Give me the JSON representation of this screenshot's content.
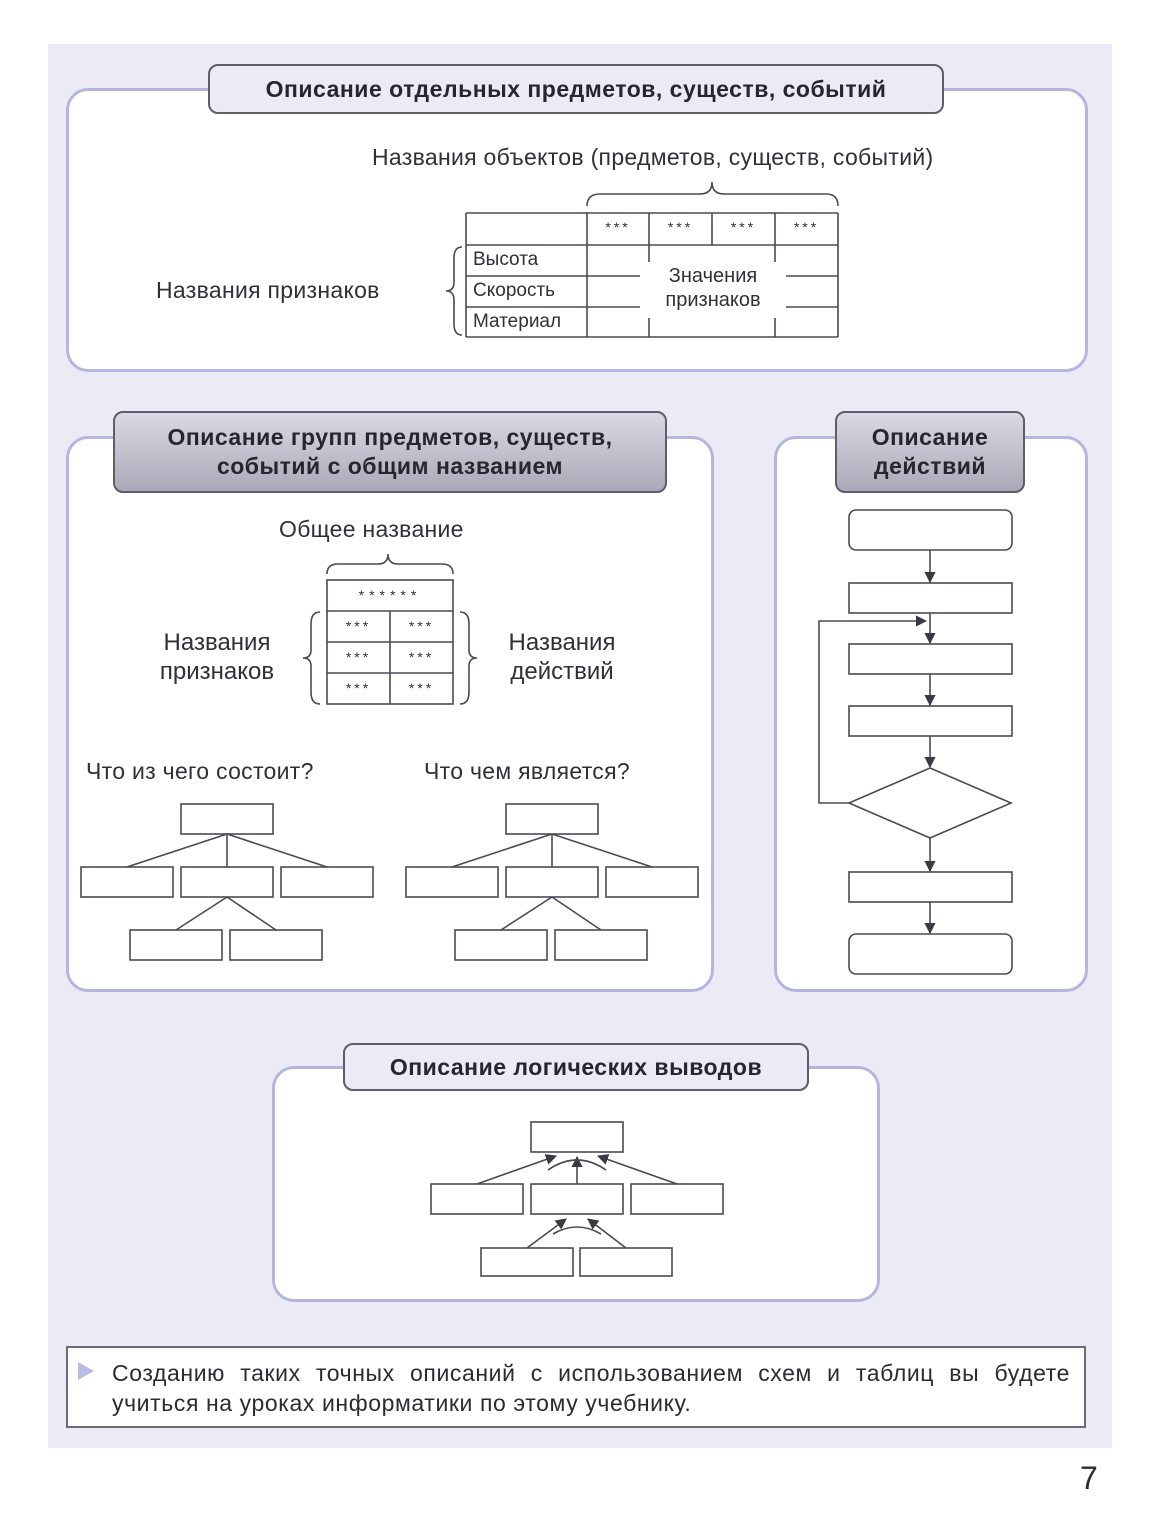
{
  "section1": {
    "title": "Описание отдельных предметов, существ, событий",
    "objects_caption": "Названия объектов (предметов, существ, событий)",
    "attributes_caption": "Названия признаков",
    "header_cells": [
      "***",
      "***",
      "***",
      "***"
    ],
    "rows": [
      "Высота",
      "Скорость",
      "Материал"
    ],
    "values_caption": "Значения\nпризнаков"
  },
  "section2": {
    "title": "Описание групп предметов, существ,\nсобытий с общим названием",
    "common_caption": "Общее название",
    "top_cell": "******",
    "cells": [
      "***",
      "***",
      "***",
      "***",
      "***",
      "***"
    ],
    "left_caption": "Названия\nпризнаков",
    "right_caption": "Названия\nдействий",
    "tree1_caption": "Что из чего состоит?",
    "tree2_caption": "Что чем является?"
  },
  "section3": {
    "title": "Описание\nдействий"
  },
  "section4": {
    "title": "Описание логических выводов"
  },
  "note": {
    "text": "Созданию таких точных описаний с использованием схем и таблиц вы будете учиться на уроках информатики по этому учебнику."
  },
  "page_number": "7",
  "colors": {
    "page_background": "#ebeaf5",
    "panel_border": "#b4b6e0",
    "tab_border": "#5d5e6a",
    "note_marker": "#b9bbe3"
  }
}
